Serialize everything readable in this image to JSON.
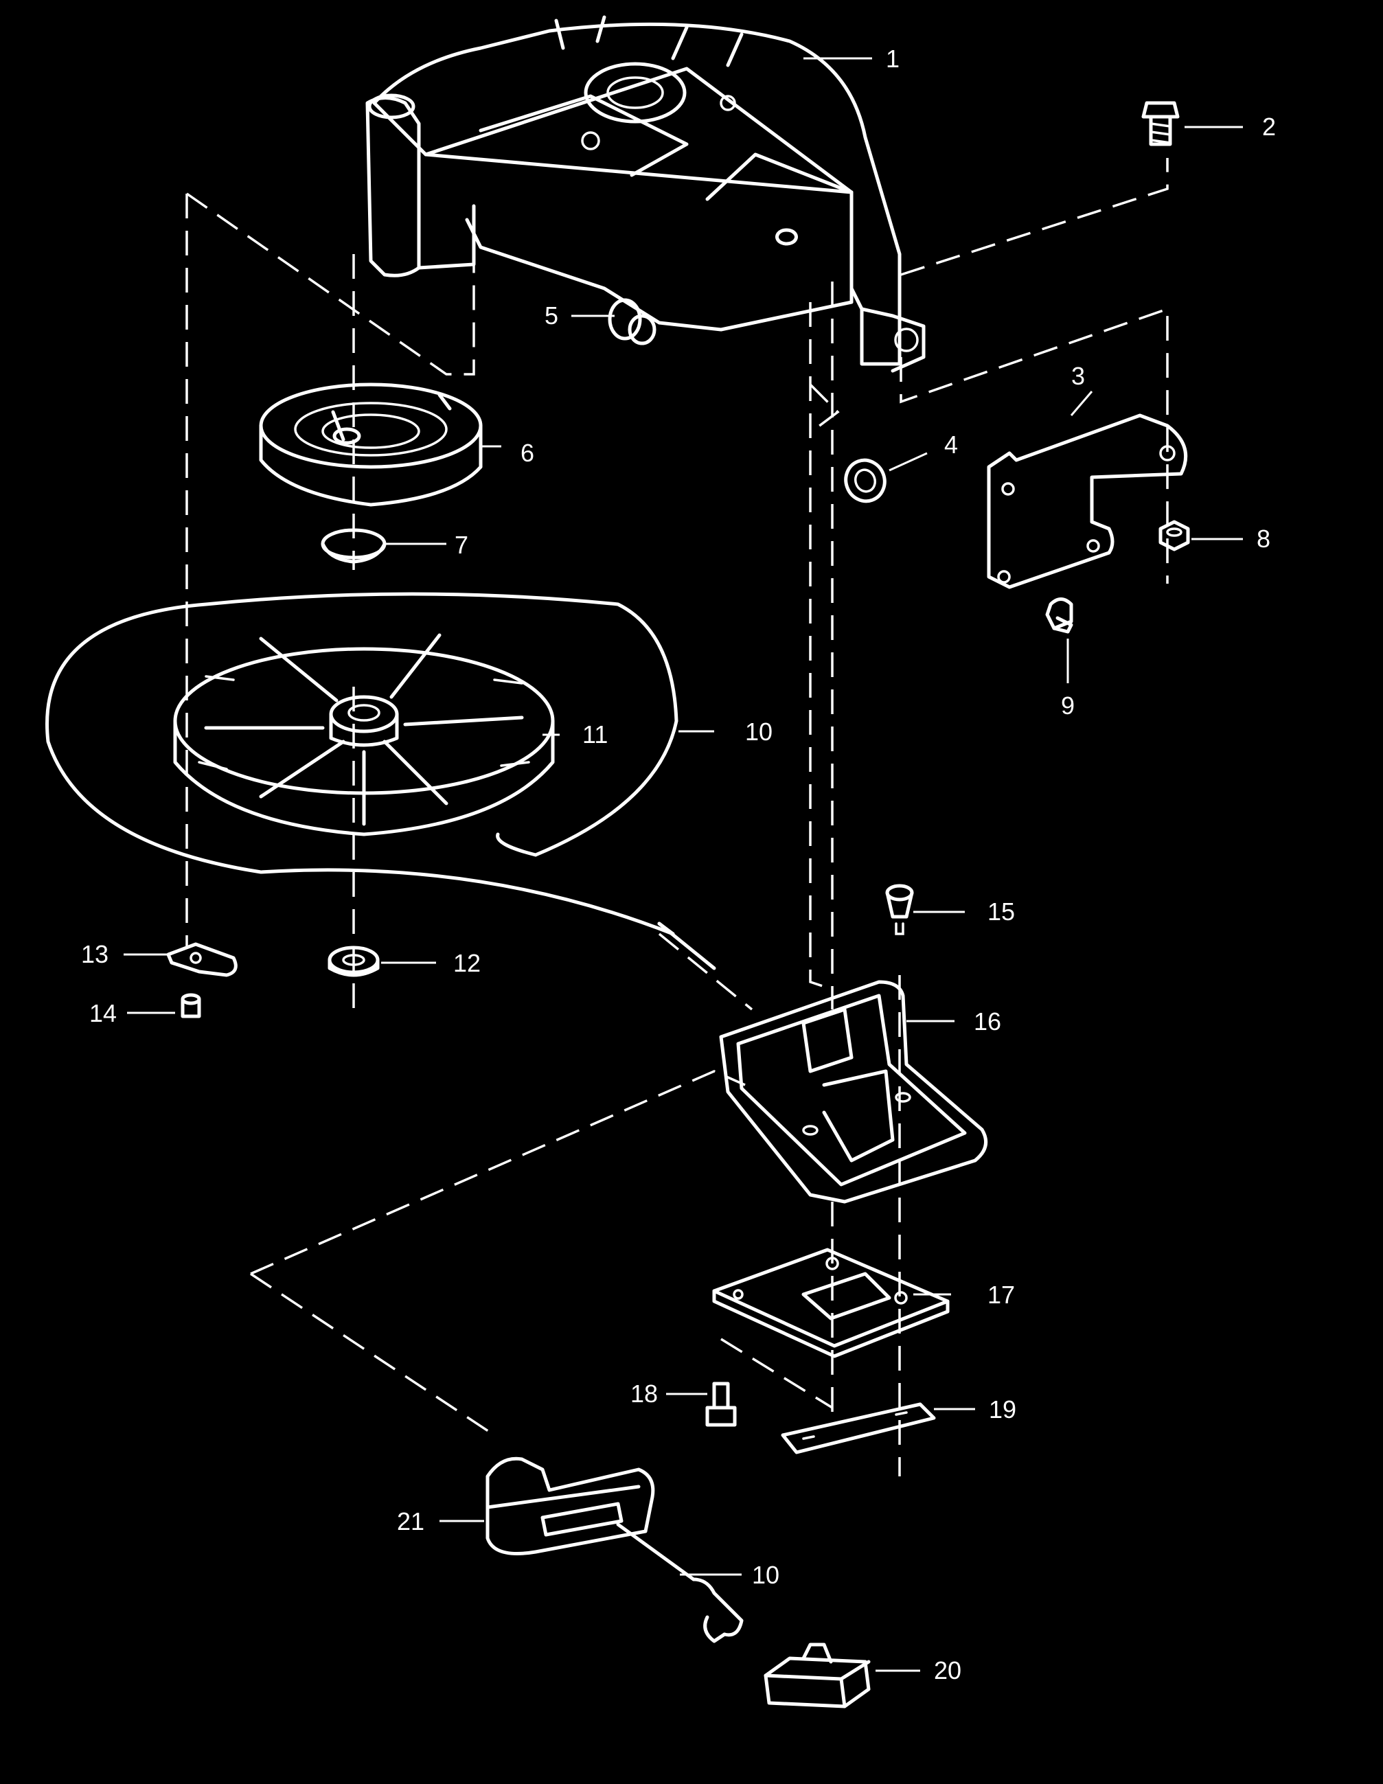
{
  "callouts": [
    {
      "id": "c1",
      "label": "1"
    },
    {
      "id": "c2",
      "label": "2"
    },
    {
      "id": "c3",
      "label": "3"
    },
    {
      "id": "c4",
      "label": "4"
    },
    {
      "id": "c5",
      "label": "5"
    },
    {
      "id": "c6",
      "label": "6"
    },
    {
      "id": "c7",
      "label": "7"
    },
    {
      "id": "c8",
      "label": "8"
    },
    {
      "id": "c9",
      "label": "9"
    },
    {
      "id": "c10a",
      "label": "10"
    },
    {
      "id": "c11",
      "label": "11"
    },
    {
      "id": "c12",
      "label": "12"
    },
    {
      "id": "c13",
      "label": "13"
    },
    {
      "id": "c14",
      "label": "14"
    },
    {
      "id": "c15",
      "label": "15"
    },
    {
      "id": "c16",
      "label": "16"
    },
    {
      "id": "c17",
      "label": "17"
    },
    {
      "id": "c18",
      "label": "18"
    },
    {
      "id": "c19",
      "label": "19"
    },
    {
      "id": "c20",
      "label": "20"
    },
    {
      "id": "c21",
      "label": "21"
    },
    {
      "id": "c10b",
      "label": "10"
    }
  ],
  "colors": {
    "background": "#000000",
    "line": "#ffffff"
  }
}
